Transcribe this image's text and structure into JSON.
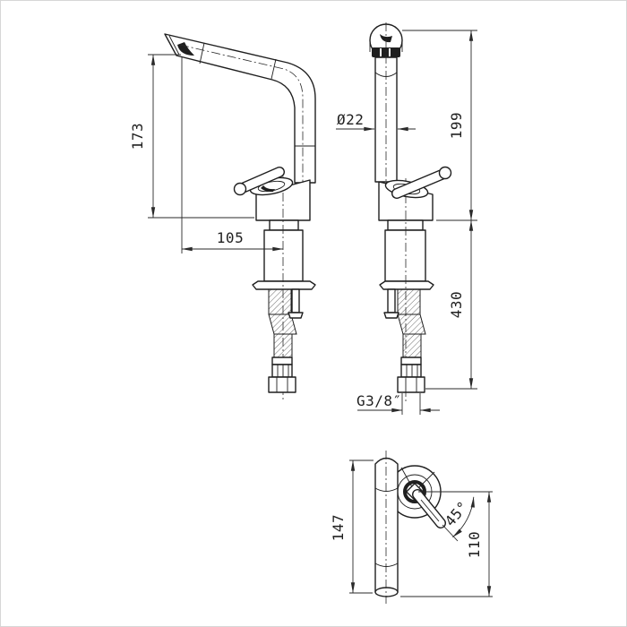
{
  "sheet": {
    "background": "#ffffff",
    "border_color": "#d6d6d6",
    "line_color": "#1f1f1f",
    "dim_color": "#2a2a2a"
  },
  "drawing": {
    "dimensions": {
      "side_height": "173",
      "side_reach": "105",
      "front_diameter": "Ø22",
      "front_upper_height": "199",
      "front_total_height": "430",
      "front_thread": "G3/8″",
      "plan_depth": "147",
      "plan_handle_reach": "110",
      "plan_handle_angle": "45°"
    }
  }
}
